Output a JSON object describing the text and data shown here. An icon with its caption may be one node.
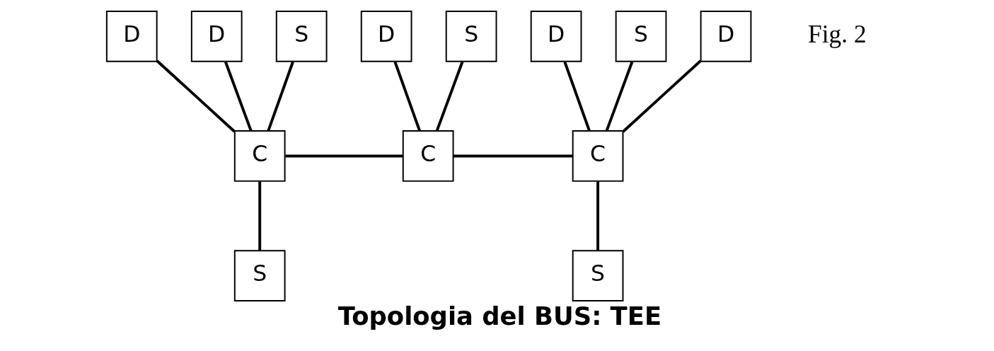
{
  "diagram": {
    "caption": "Topologia del BUS: TEE",
    "nodes": [
      {
        "text": [
          "D"
        ]
      },
      {
        "text": [
          "D"
        ]
      },
      {
        "text": [
          "S"
        ]
      },
      {
        "text": [
          "D"
        ]
      },
      {
        "text": [
          "S"
        ]
      },
      {
        "text": [
          "D"
        ]
      },
      {
        "text": [
          "S"
        ]
      },
      {
        "text": [
          "D"
        ]
      },
      {
        "text": [
          "C"
        ]
      },
      {
        "text": [
          "C"
        ]
      },
      {
        "text": [
          "C"
        ]
      },
      {
        "text": [
          "S"
        ]
      },
      {
        "text": [
          "S"
        ]
      }
    ],
    "edges": [
      {
        "from": 0,
        "to": 8,
        "arrow": "none"
      },
      {
        "from": 11,
        "to": 8,
        "arrow": "none"
      },
      {
        "from": 1,
        "to": 8,
        "arrow": "none"
      },
      {
        "from": 2,
        "to": 8,
        "arrow": "none"
      },
      {
        "from": 8,
        "to": 9,
        "arrow": "none"
      },
      {
        "from": 3,
        "to": 9,
        "arrow": "none"
      },
      {
        "from": 4,
        "to": 9,
        "arrow": "none"
      },
      {
        "from": 9,
        "to": 10,
        "arrow": "none"
      },
      {
        "from": 5,
        "to": 10,
        "arrow": "none"
      },
      {
        "from": 6,
        "to": 10,
        "arrow": "none"
      },
      {
        "from": 10,
        "to": 7,
        "arrow": "none"
      },
      {
        "from": 10,
        "to": 12,
        "arrow": "none"
      }
    ],
    "labels": [
      "Fig. 2"
    ]
  }
}
